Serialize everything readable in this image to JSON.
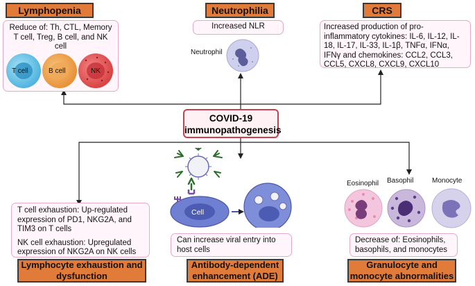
{
  "center": {
    "line1": "COVID-19",
    "line2": "immunopathogenesis"
  },
  "lymphopenia": {
    "title": "Lymphopenia",
    "text": "Reduce of: Th, CTL, Memory T cell, Treg, B cell, and NK cell",
    "cells": [
      "T cell",
      "B cell",
      "NK"
    ]
  },
  "neutrophilia": {
    "title": "Neutrophilia",
    "text": "Increased NLR",
    "cell_label": "Neutrophil"
  },
  "crs": {
    "title": "CRS",
    "text": "Increased production of pro-inflammatory cytokines: IL-6, IL-12, IL-18, IL-17, IL-33, IL-1β, TNFα, IFNα, IFNγ and chemokines: CCL2, CCL3, CCL5, CXCL8, CXCL9, CXCL10"
  },
  "exhaustion": {
    "text1": "T cell exhaustion: Up-regulated expression of PD1, NKG2A, and TIM3 on T cells",
    "text2": "NK cell exhaustion: Upregulated expression of NKG2A on NK cells",
    "title_line1": "Lymphocyte exhaustion and",
    "title_line2": "dysfunction"
  },
  "ade": {
    "cell_label": "Cell",
    "text": "Can increase viral entry into host cells",
    "title_line1": "Antibody-dependent",
    "title_line2": "enhancement (ADE)"
  },
  "granulocyte": {
    "labels": [
      "Eosinophil",
      "Basophil",
      "Monocyte"
    ],
    "text": "Decrease of: Eosinophils, basophils, and monocytes",
    "title_line1": "Granulocyte and",
    "title_line2": "monocyte abnormalities"
  }
}
